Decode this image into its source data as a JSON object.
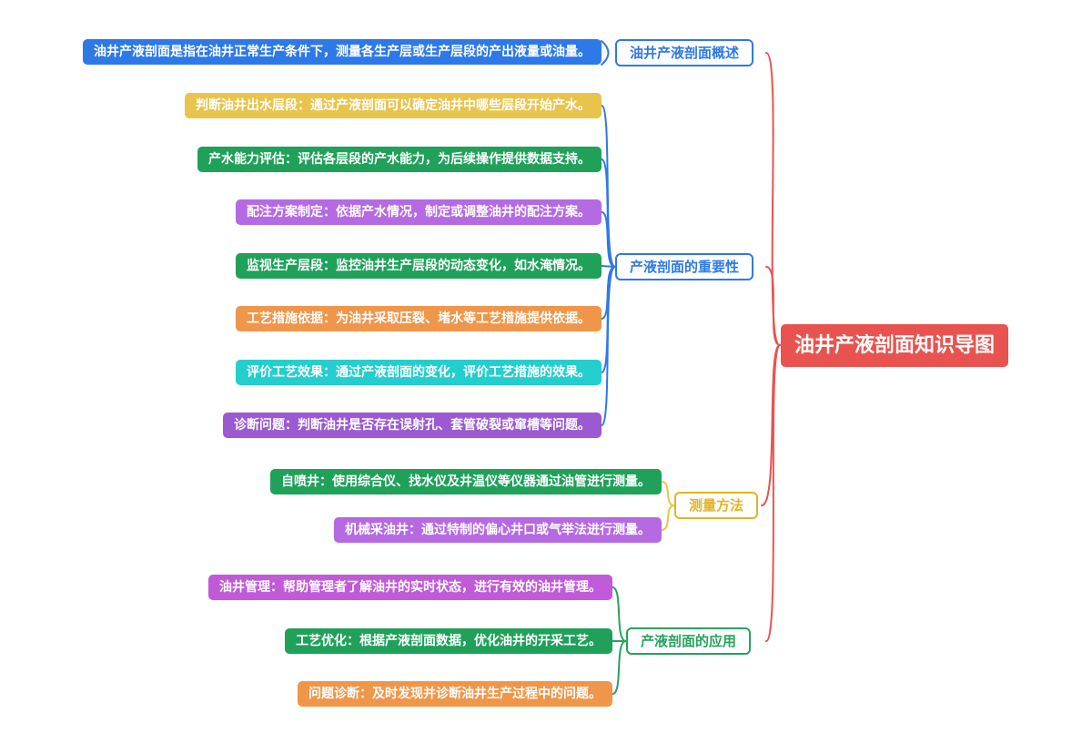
{
  "title": {
    "text": "油井产液剖面知识导图",
    "color": "#e9534f"
  },
  "branches": [
    {
      "label": "油井产液剖面概述",
      "accent": "#2e79e8",
      "children": [
        {
          "text": "油井产液剖面是指在油井正常生产条件下，测量各生产层或生产层段的产出液量或油量。",
          "color": "#2e79e8"
        }
      ]
    },
    {
      "label": "产液剖面的重要性",
      "accent": "#2e79e8",
      "children": [
        {
          "text": "判断油井出水层段：通过产液剖面可以确定油井中哪些层段开始产水。",
          "color": "#e8c44d"
        },
        {
          "text": "产水能力评估：评估各层段的产水能力，为后续操作提供数据支持。",
          "color": "#1fa15a"
        },
        {
          "text": "配注方案制定：依据产水情况，制定或调整油井的配注方案。",
          "color": "#b569e3"
        },
        {
          "text": "监视生产层段：监控油井生产层段的动态变化，如水淹情况。",
          "color": "#1fa15a"
        },
        {
          "text": "工艺措施依据：为油井采取压裂、堵水等工艺措施提供依据。",
          "color": "#f0964a"
        },
        {
          "text": "评价工艺效果：通过产液剖面的变化，评价工艺措施的效果。",
          "color": "#25cece"
        },
        {
          "text": "诊断问题：判断油井是否存在误射孔、套管破裂或窜槽等问题。",
          "color": "#9b5ad1"
        }
      ]
    },
    {
      "label": "测量方法",
      "accent": "#e3b324",
      "children": [
        {
          "text": "自喷井：使用综合仪、找水仪及井温仪等仪器通过油管进行测量。",
          "color": "#1fa15a"
        },
        {
          "text": "机械采油井：通过特制的偏心井口或气举法进行测量。",
          "color": "#b569e3"
        }
      ]
    },
    {
      "label": "产液剖面的应用",
      "accent": "#25a35d",
      "children": [
        {
          "text": "油井管理：帮助管理者了解油井的实时状态，进行有效的油井管理。",
          "color": "#c05ad8"
        },
        {
          "text": "工艺优化：根据产液剖面数据，优化油井的开采工艺。",
          "color": "#1fa15a"
        },
        {
          "text": "问题诊断：及时发现并诊断油井生产过程中的问题。",
          "color": "#f0964a"
        }
      ]
    }
  ]
}
